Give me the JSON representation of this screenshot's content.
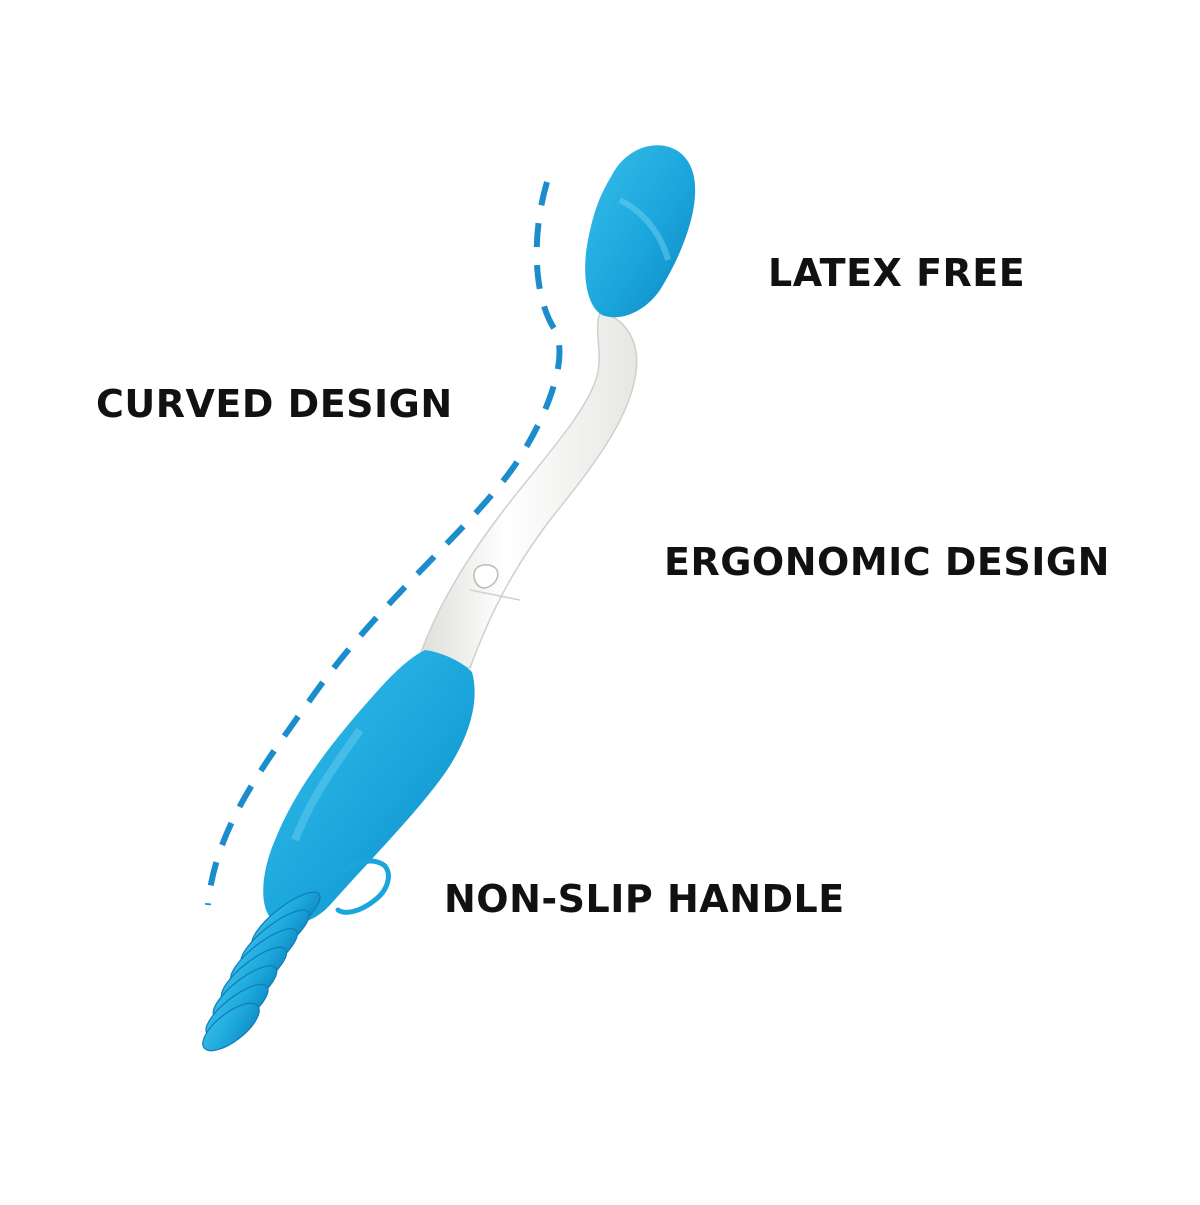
{
  "labels": {
    "latex_free": "LATEX FREE",
    "curved_design": "CURVED DESIGN",
    "ergonomic_design": "ERGONOMIC DESIGN",
    "non_slip_handle": "NON-SLIP HANDLE"
  },
  "colors": {
    "accent_blue": "#1aa6dc",
    "dashed_line": "#1b8ccc",
    "shaft_white": "#f4f5f2",
    "text": "#111111",
    "background": "#ffffff"
  },
  "product": {
    "icon": "toilet-aid-wand-icon"
  }
}
